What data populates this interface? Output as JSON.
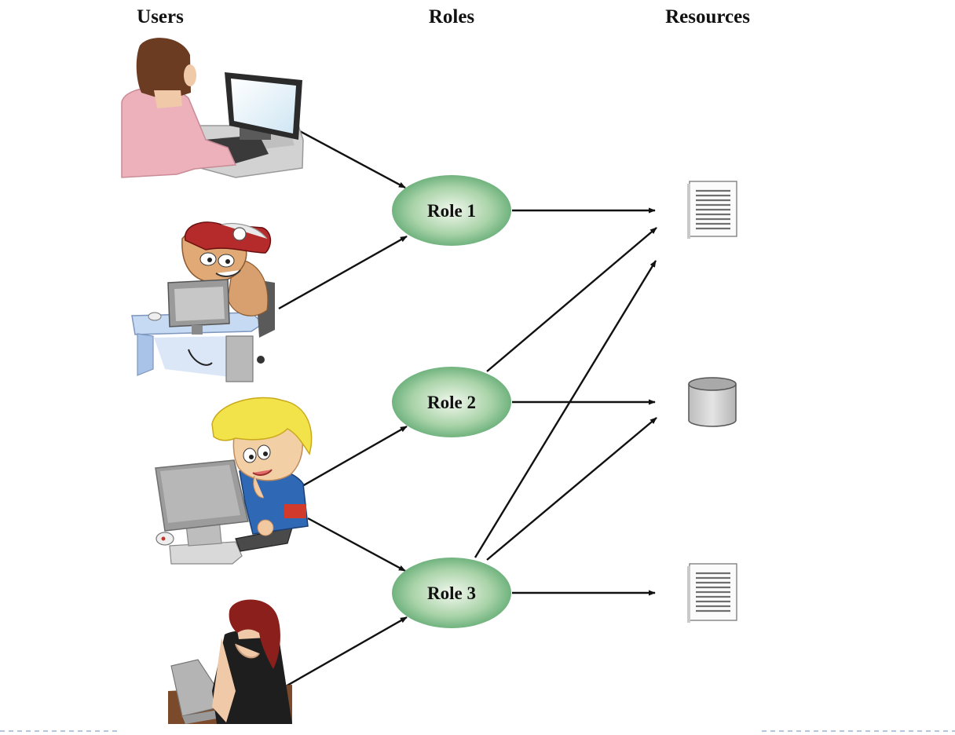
{
  "headers": {
    "users": "Users",
    "roles": "Roles",
    "resources": "Resources"
  },
  "users": [
    {
      "id": "user-1",
      "icon": "woman-at-desktop-icon"
    },
    {
      "id": "user-2",
      "icon": "hacker-at-computer-icon"
    },
    {
      "id": "user-3",
      "icon": "boy-at-computer-icon"
    },
    {
      "id": "user-4",
      "icon": "woman-with-laptop-icon"
    }
  ],
  "roles": [
    {
      "id": "role-1",
      "label": "Role 1"
    },
    {
      "id": "role-2",
      "label": "Role 2"
    },
    {
      "id": "role-3",
      "label": "Role 3"
    }
  ],
  "resources": [
    {
      "id": "resource-1",
      "icon": "document-icon"
    },
    {
      "id": "resource-2",
      "icon": "database-icon"
    },
    {
      "id": "resource-3",
      "icon": "document-icon"
    }
  ],
  "user_role_links": [
    {
      "from": "user-1",
      "to": "role-1"
    },
    {
      "from": "user-2",
      "to": "role-1"
    },
    {
      "from": "user-3",
      "to": "role-2"
    },
    {
      "from": "user-3",
      "to": "role-3"
    },
    {
      "from": "user-4",
      "to": "role-3"
    }
  ],
  "role_resource_links": [
    {
      "from": "role-1",
      "to": "resource-1"
    },
    {
      "from": "role-2",
      "to": "resource-1"
    },
    {
      "from": "role-2",
      "to": "resource-2"
    },
    {
      "from": "role-3",
      "to": "resource-1"
    },
    {
      "from": "role-3",
      "to": "resource-2"
    },
    {
      "from": "role-3",
      "to": "resource-3"
    }
  ],
  "colors": {
    "role_fill_center": "#f2f8ee",
    "role_fill_edge": "#4fa067",
    "arrow": "#111111",
    "db_fill": "#cfcfcf",
    "dashed_rule": "#9cb2d2"
  }
}
